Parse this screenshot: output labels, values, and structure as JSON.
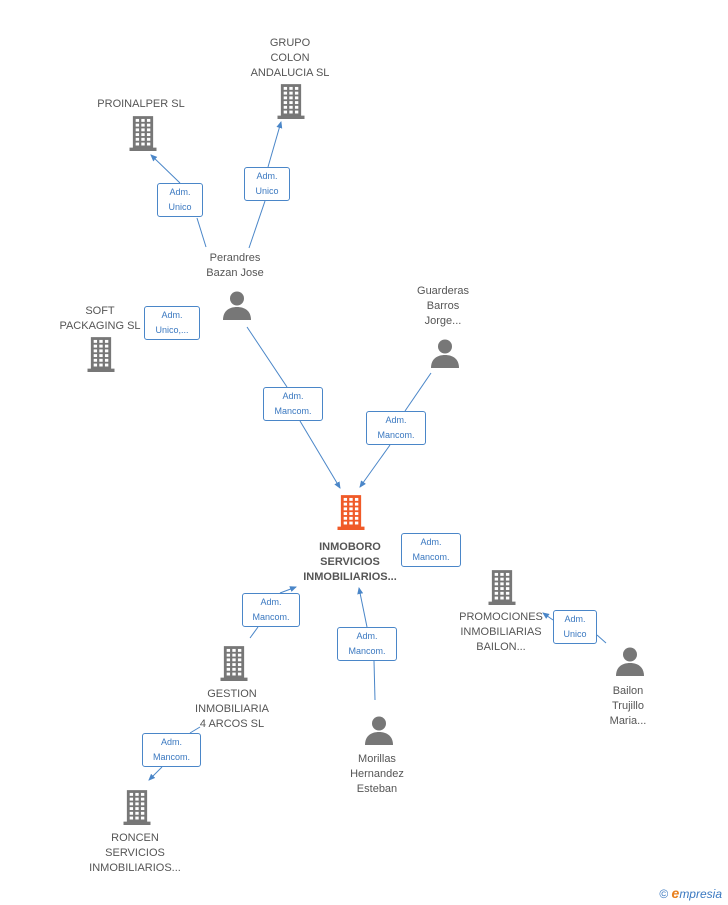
{
  "colors": {
    "edge": "#4a86c8",
    "node": "#777777",
    "main": "#f05a28"
  },
  "nodes": [
    {
      "id": "main",
      "type": "company",
      "main": true,
      "lines": [
        "INMOBORO",
        "SERVICIOS",
        "INMOBILIARIOS..."
      ]
    },
    {
      "id": "grupo",
      "type": "company",
      "lines": [
        "GRUPO",
        "COLON",
        "ANDALUCIA SL"
      ]
    },
    {
      "id": "proinalper",
      "type": "company",
      "lines": [
        "PROINALPER SL"
      ]
    },
    {
      "id": "perandres",
      "type": "person",
      "lines": [
        "Perandres",
        "Bazan Jose"
      ]
    },
    {
      "id": "soft",
      "type": "company",
      "lines": [
        "SOFT",
        "PACKAGING SL"
      ]
    },
    {
      "id": "guarderas",
      "type": "person",
      "lines": [
        "Guarderas",
        "Barros",
        "Jorge..."
      ]
    },
    {
      "id": "promociones",
      "type": "company",
      "lines": [
        "PROMOCIONES",
        "INMOBILIARIAS",
        "BAILON..."
      ]
    },
    {
      "id": "bailon",
      "type": "person",
      "lines": [
        "Bailon",
        "Trujillo",
        "Maria..."
      ]
    },
    {
      "id": "gestion",
      "type": "company",
      "lines": [
        "GESTION",
        "INMOBILIARIA",
        "4 ARCOS  SL"
      ]
    },
    {
      "id": "morillas",
      "type": "person",
      "lines": [
        "Morillas",
        "Hernandez",
        "Esteban"
      ]
    },
    {
      "id": "roncen",
      "type": "company",
      "lines": [
        "RONCEN",
        "SERVICIOS",
        "INMOBILIARIOS..."
      ]
    }
  ],
  "edges": [
    {
      "id": "e1",
      "lines": [
        "Adm.",
        "Unico"
      ]
    },
    {
      "id": "e2",
      "lines": [
        "Adm.",
        "Unico"
      ]
    },
    {
      "id": "e3",
      "lines": [
        "Adm.",
        "Unico,..."
      ]
    },
    {
      "id": "e4",
      "lines": [
        "Adm.",
        "Mancom."
      ]
    },
    {
      "id": "e5",
      "lines": [
        "Adm.",
        "Mancom."
      ]
    },
    {
      "id": "e6",
      "lines": [
        "Adm.",
        "Mancom."
      ]
    },
    {
      "id": "e7",
      "lines": [
        "Adm.",
        "Unico"
      ]
    },
    {
      "id": "e8",
      "lines": [
        "Adm.",
        "Mancom."
      ]
    },
    {
      "id": "e9",
      "lines": [
        "Adm.",
        "Mancom."
      ]
    },
    {
      "id": "e10",
      "lines": [
        "Adm.",
        "Mancom."
      ]
    }
  ],
  "footer": {
    "copyright": "©",
    "brand_e": "e",
    "brand_rest": "mpresia"
  }
}
